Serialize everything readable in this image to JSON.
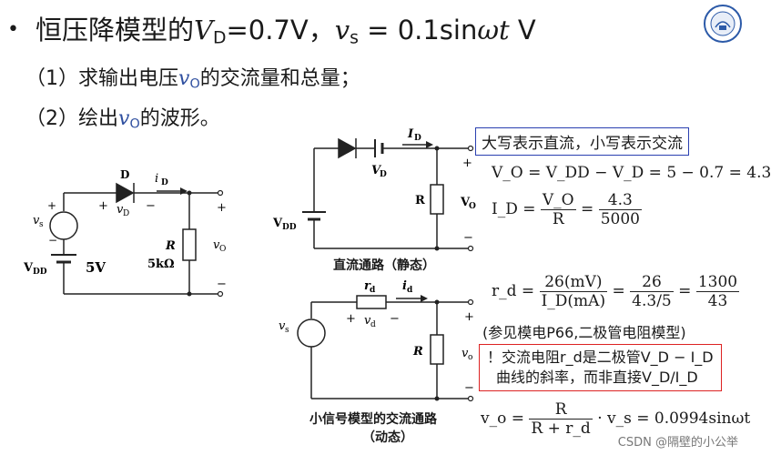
{
  "title": {
    "bullet": "•",
    "prefix": "恒压降模型的",
    "vd_var": "V",
    "vd_sub": "D",
    "vd_val": "=0.7V，",
    "vs_var": "v",
    "vs_sub": "s",
    "vs_eq": " = 0.1sin",
    "omega_t": "ωt",
    "unit": " V"
  },
  "questions": {
    "q1_prefix": "（1）求输出电压",
    "q1_var": "v",
    "q1_sub": "O",
    "q1_suffix": "的交流量和总量；",
    "q2_prefix": "（2）绘出",
    "q2_var": "v",
    "q2_sub": "O",
    "q2_suffix": "的波形。"
  },
  "left_circuit": {
    "vs": "v",
    "vs_sub": "s",
    "d": "D",
    "id": "i",
    "id_sub": "D",
    "vd": "v",
    "vd_sub": "D",
    "vdd": "V",
    "vdd_sub": "DD",
    "vdd_val": "5V",
    "r": "R",
    "r_val": "5kΩ",
    "vo": "v",
    "vo_sub": "O",
    "plus": "+",
    "minus": "−"
  },
  "dc_circuit": {
    "id": "I",
    "id_sub": "D",
    "vd": "V",
    "vd_sub": "D",
    "vdd": "V",
    "vdd_sub": "DD",
    "r": "R",
    "vo": "V",
    "vo_sub": "O",
    "caption": "直流通路（静态）"
  },
  "ac_circuit": {
    "rd": "r",
    "rd_sub": "d",
    "id": "i",
    "id_sub": "d",
    "vd": "v",
    "vd_sub": "d",
    "vs": "v",
    "vs_sub": "s",
    "r": "R",
    "vo": "v",
    "vo_sub": "o",
    "caption1": "小信号模型的交流通路",
    "caption2": "（动态）"
  },
  "notes": {
    "blue_box": "大写表示直流，小写表示交流",
    "eq_vo": "V_O = V_DD − V_D = 5 − 0.7 = 4.3",
    "eq_id_lhs": "I_D =",
    "eq_id_num1": "V_O",
    "eq_id_den1": "R",
    "eq_id_num2": "4.3",
    "eq_id_den2": "5000",
    "eq_rd_lhs": "r_d =",
    "eq_rd_num1": "26(mV)",
    "eq_rd_den1": "I_D(mA)",
    "eq_rd_num2": "26",
    "eq_rd_den2": "4.3/5",
    "eq_rd_num3": "1300",
    "eq_rd_den3": "43",
    "ref_note": "(参见模电P66,二极管电阻模型)",
    "red_line1": "！交流电阻r_d是二极管V_D − I_D",
    "red_line2": "曲线的斜率，而非直接V_D/I_D",
    "eq_vo2_lhs": "v_o =",
    "eq_vo2_num": "R",
    "eq_vo2_den": "R + r_d",
    "eq_vo2_rhs": "· v_s = 0.0994sinωt"
  },
  "watermark": "CSDN @隔壁的小公举"
}
